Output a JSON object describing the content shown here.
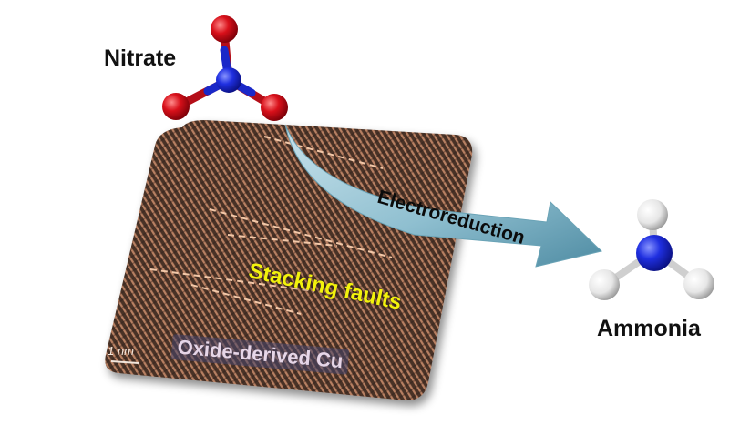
{
  "labels": {
    "reactant": "Nitrate",
    "product": "Ammonia",
    "process": "Electroreduction",
    "defect": "Stacking faults",
    "material": "Oxide-derived Cu",
    "scale": "1 nm"
  },
  "colors": {
    "nitrogen": "#1f2fe0",
    "oxygen": "#d8101a",
    "hydrogen": "#f2f2f2",
    "lattice_base": "#4a3328",
    "lattice_fringe": "#c9906e",
    "arrow": "#7fb2c4",
    "highlight_text": "#f2f20c"
  }
}
